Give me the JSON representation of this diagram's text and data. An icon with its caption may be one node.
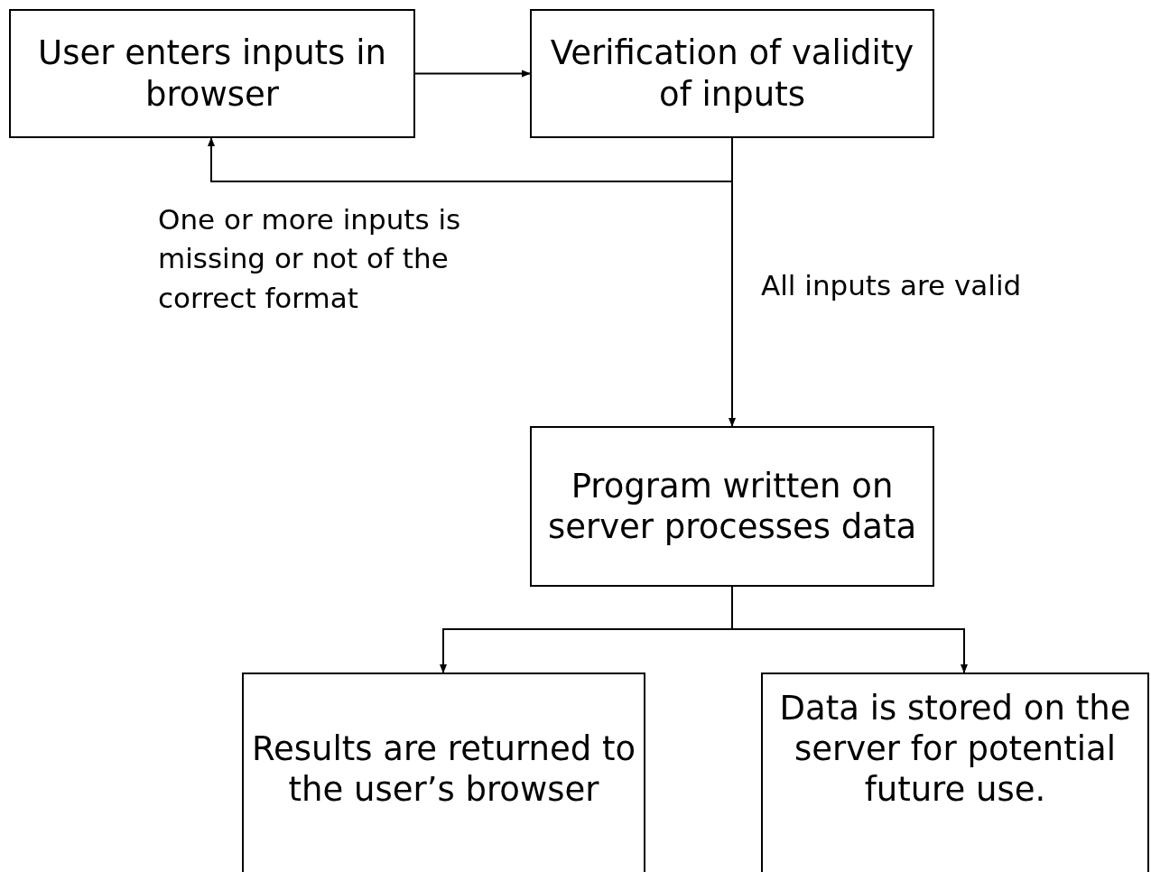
{
  "diagram": {
    "nodes": [
      {
        "text": [
          "User enters inputs in browser"
        ]
      },
      {
        "text": [
          "Verification of validity of inputs"
        ]
      },
      {
        "text": [
          "Program written on server processes data"
        ]
      },
      {
        "text": [
          "Results are returned to the user’s browser"
        ]
      },
      {
        "text": [
          "Data is stored on the server for potential future use."
        ]
      }
    ],
    "edges": [
      {
        "from": 0,
        "to": 1,
        "arrow": "to"
      },
      {
        "from": 1,
        "to": 0,
        "arrow": "to",
        "label": "One or more inputs is missing or not of the correct format"
      },
      {
        "from": 1,
        "to": 2,
        "arrow": "to",
        "label": "All inputs are valid"
      },
      {
        "from": 2,
        "to": 3,
        "arrow": "to"
      },
      {
        "from": 2,
        "to": 4,
        "arrow": "to"
      }
    ]
  }
}
